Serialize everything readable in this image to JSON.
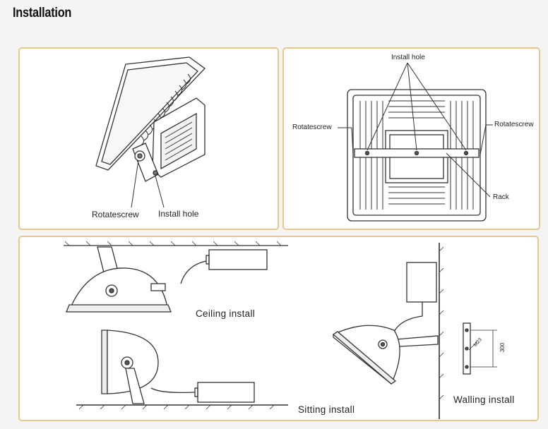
{
  "page": {
    "title": "Installation"
  },
  "panel_side_view": {
    "labels": {
      "rotatescrew": "Rotatescrew",
      "install_hole": "Install hole"
    }
  },
  "panel_back_view": {
    "labels": {
      "install_hole": "Install hole",
      "rotatescrew_left": "Rotatescrew",
      "rotatescrew_right": "Rotatescrew",
      "rack": "Rack"
    }
  },
  "panel_methods": {
    "labels": {
      "ceiling": "Ceiling install",
      "sitting": "Sitting install",
      "walling": "Walling install",
      "dim_300": "300",
      "dim_m23": "M23"
    }
  }
}
